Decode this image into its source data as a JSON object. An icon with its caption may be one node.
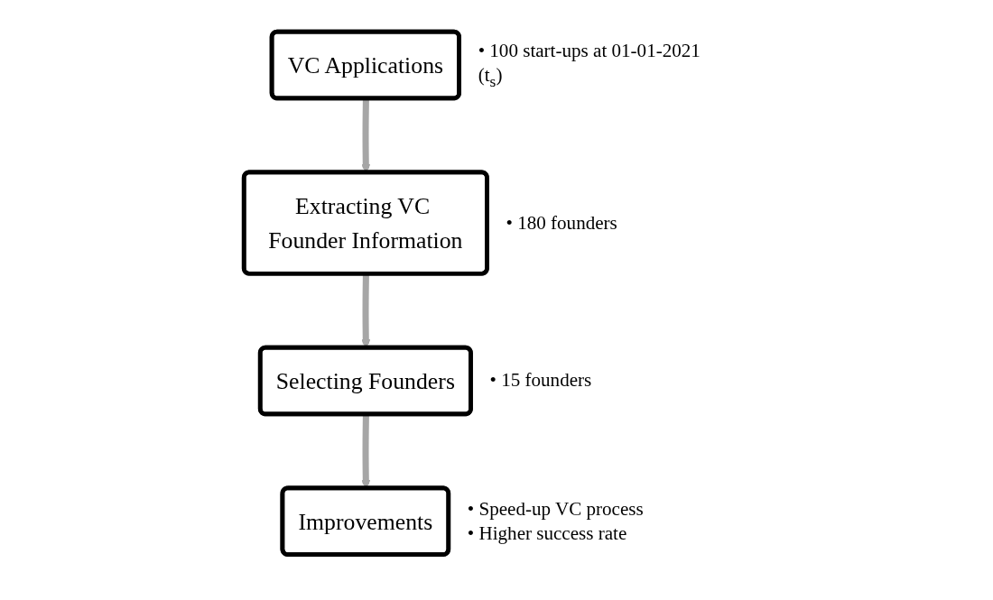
{
  "diagram": {
    "nodes": [
      {
        "text": [
          "VC Applications"
        ],
        "beside": [
          "• 100 start-ups at 01-01-2021 (t$_{s}$)"
        ]
      },
      {
        "text": [
          "Extracting VC Founder Information"
        ],
        "beside": [
          "• 180 founders"
        ]
      },
      {
        "text": [
          "Selecting Founders"
        ],
        "beside": [
          "• 15 founders"
        ]
      },
      {
        "text": [
          "Improvements"
        ],
        "beside": [
          "• Speed-up VC process",
          "• Higher success rate"
        ]
      }
    ],
    "edges": [
      {
        "from": 0,
        "to": 1,
        "arrow": "to"
      },
      {
        "from": 1,
        "to": 2,
        "arrow": "to"
      },
      {
        "from": 2,
        "to": 3,
        "arrow": "to"
      }
    ]
  }
}
